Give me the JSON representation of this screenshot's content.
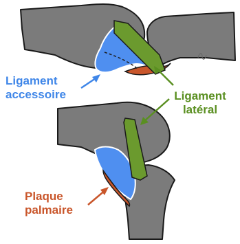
{
  "labels": {
    "accessory": {
      "line1": "Ligament",
      "line2": "accessoire"
    },
    "lateral": {
      "line1": "Ligament",
      "line2": "latéral"
    },
    "palmar": {
      "line1": "Plaque",
      "line2": "palmaire"
    }
  },
  "colors": {
    "bone": "#7b7b7b",
    "outline": "#1a1a1a",
    "accessory_ligament": "#4f8ff0",
    "lateral_ligament": "#6b9a2e",
    "palmar_plate": "#c9562b",
    "label_accessory": "#3f86e8",
    "label_lateral": "#5a8f21",
    "label_palmar": "#c9562b"
  }
}
